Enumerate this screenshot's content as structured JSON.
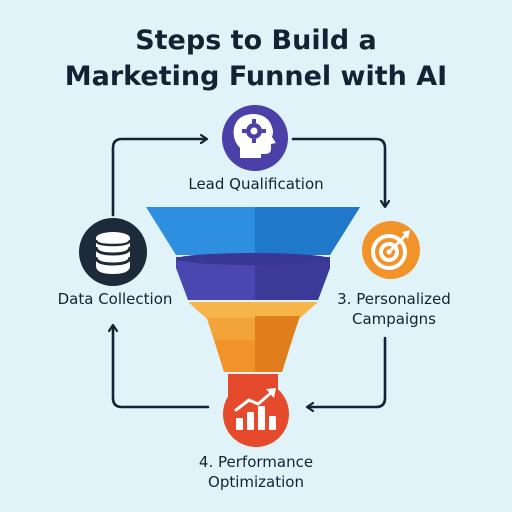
{
  "title": {
    "line1": "Steps to Build a",
    "line2": "Marketing Funnel with AI"
  },
  "steps": [
    {
      "label": "Lead Qualification",
      "icon": "head-gear-icon",
      "color": "#4b3fa8"
    },
    {
      "label_line1": "3. Personalized",
      "label_line2": "Campaigns",
      "icon": "target-icon",
      "color": "#f2932a"
    },
    {
      "label_line1": "4. Performance",
      "label_line2": "Optimization",
      "icon": "growth-chart-icon",
      "color": "#e44a2b"
    },
    {
      "label": "Data Collection",
      "icon": "database-icon",
      "color": "#1d2a3a"
    }
  ],
  "funnel": {
    "layer_colors": [
      "#2e8ee0",
      "#4a48b0",
      "#f2932a",
      "#e44a2b"
    ]
  },
  "background": "#e0f3f9"
}
